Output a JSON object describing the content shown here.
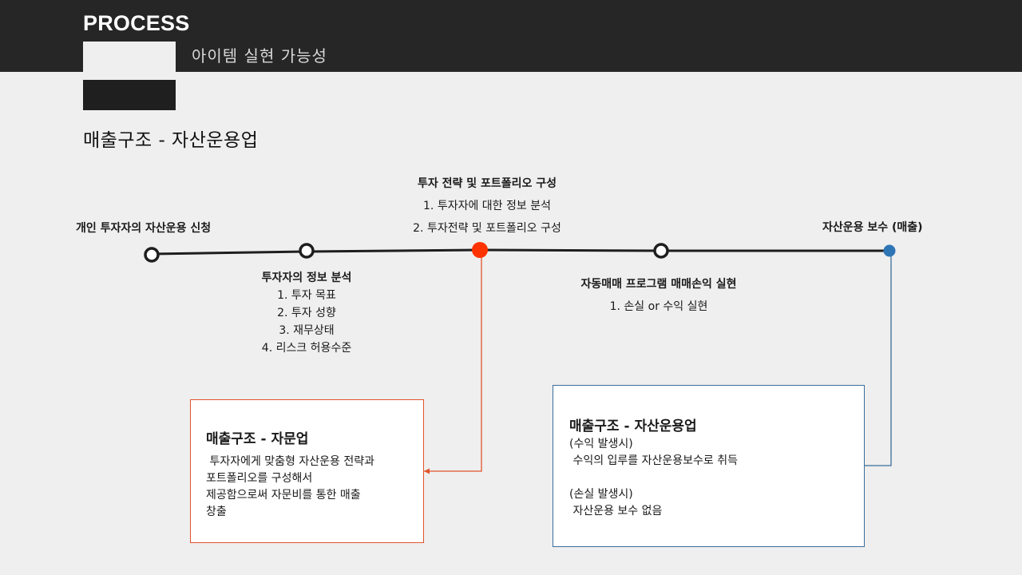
{
  "header": {
    "title": "PROCESS",
    "subtitle": "아이템 실현 가능성"
  },
  "page_title": "매출구조 - 자산운용업",
  "steps": [
    {
      "label": "개인 투자자의 자산운용 신청",
      "details": []
    },
    {
      "label": "투자자의 정보 분석",
      "details": [
        "1. 투자 목표",
        "2. 투자 성향",
        "3. 재무상태",
        "4. 리스크 허용수준"
      ]
    },
    {
      "label": "투자 전략 및 포트폴리오 구성",
      "details": [
        "1. 투자자에 대한 정보 분석",
        "2. 투자전략 및 포트폴리오 구성"
      ]
    },
    {
      "label": "자동매매 프로그램 매매손익 실현",
      "details": [
        "1. 손실 or 수익 실현"
      ]
    },
    {
      "label": "자산운용 보수 (매출)",
      "details": []
    }
  ],
  "colors": {
    "header_bg": "#262626",
    "node_highlight": "#ff3300",
    "node_end": "#2e75b6",
    "connector_left": "#e2542c",
    "connector_right": "#3a6e9b"
  },
  "box_left": {
    "title": "매출구조 - 자문업",
    "lines": [
      " 투자자에게 맞춤형 자산운용 전략과",
      "포트폴리오를 구성해서",
      "제공함으로써 자문비를 통한 매출",
      "창출"
    ]
  },
  "box_right": {
    "title": "매출구조 - 자산운용업",
    "lines": [
      "(수익 발생시)",
      " 수익의 입루를 자산운용보수로 취득",
      "",
      "(손실 발생시)",
      " 자산운용 보수 없음"
    ]
  }
}
